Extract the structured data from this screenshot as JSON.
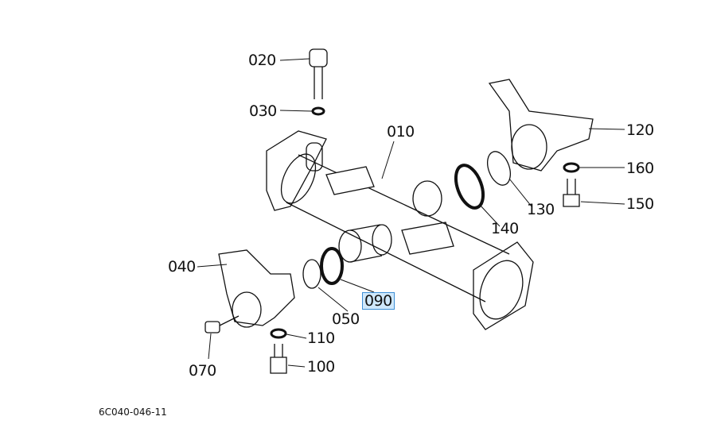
{
  "diagram_code": "6C040-046-11",
  "selected_part": "090",
  "highlight_color": "#cfe8fb",
  "highlight_border": "#3d8fd6",
  "callouts": [
    {
      "id": "020",
      "label": "020"
    },
    {
      "id": "030",
      "label": "030"
    },
    {
      "id": "010",
      "label": "010"
    },
    {
      "id": "120",
      "label": "120"
    },
    {
      "id": "160",
      "label": "160"
    },
    {
      "id": "150",
      "label": "150"
    },
    {
      "id": "130",
      "label": "130"
    },
    {
      "id": "140",
      "label": "140"
    },
    {
      "id": "040",
      "label": "040"
    },
    {
      "id": "090",
      "label": "090"
    },
    {
      "id": "050",
      "label": "050"
    },
    {
      "id": "110",
      "label": "110"
    },
    {
      "id": "100",
      "label": "100"
    },
    {
      "id": "070",
      "label": "070"
    }
  ]
}
